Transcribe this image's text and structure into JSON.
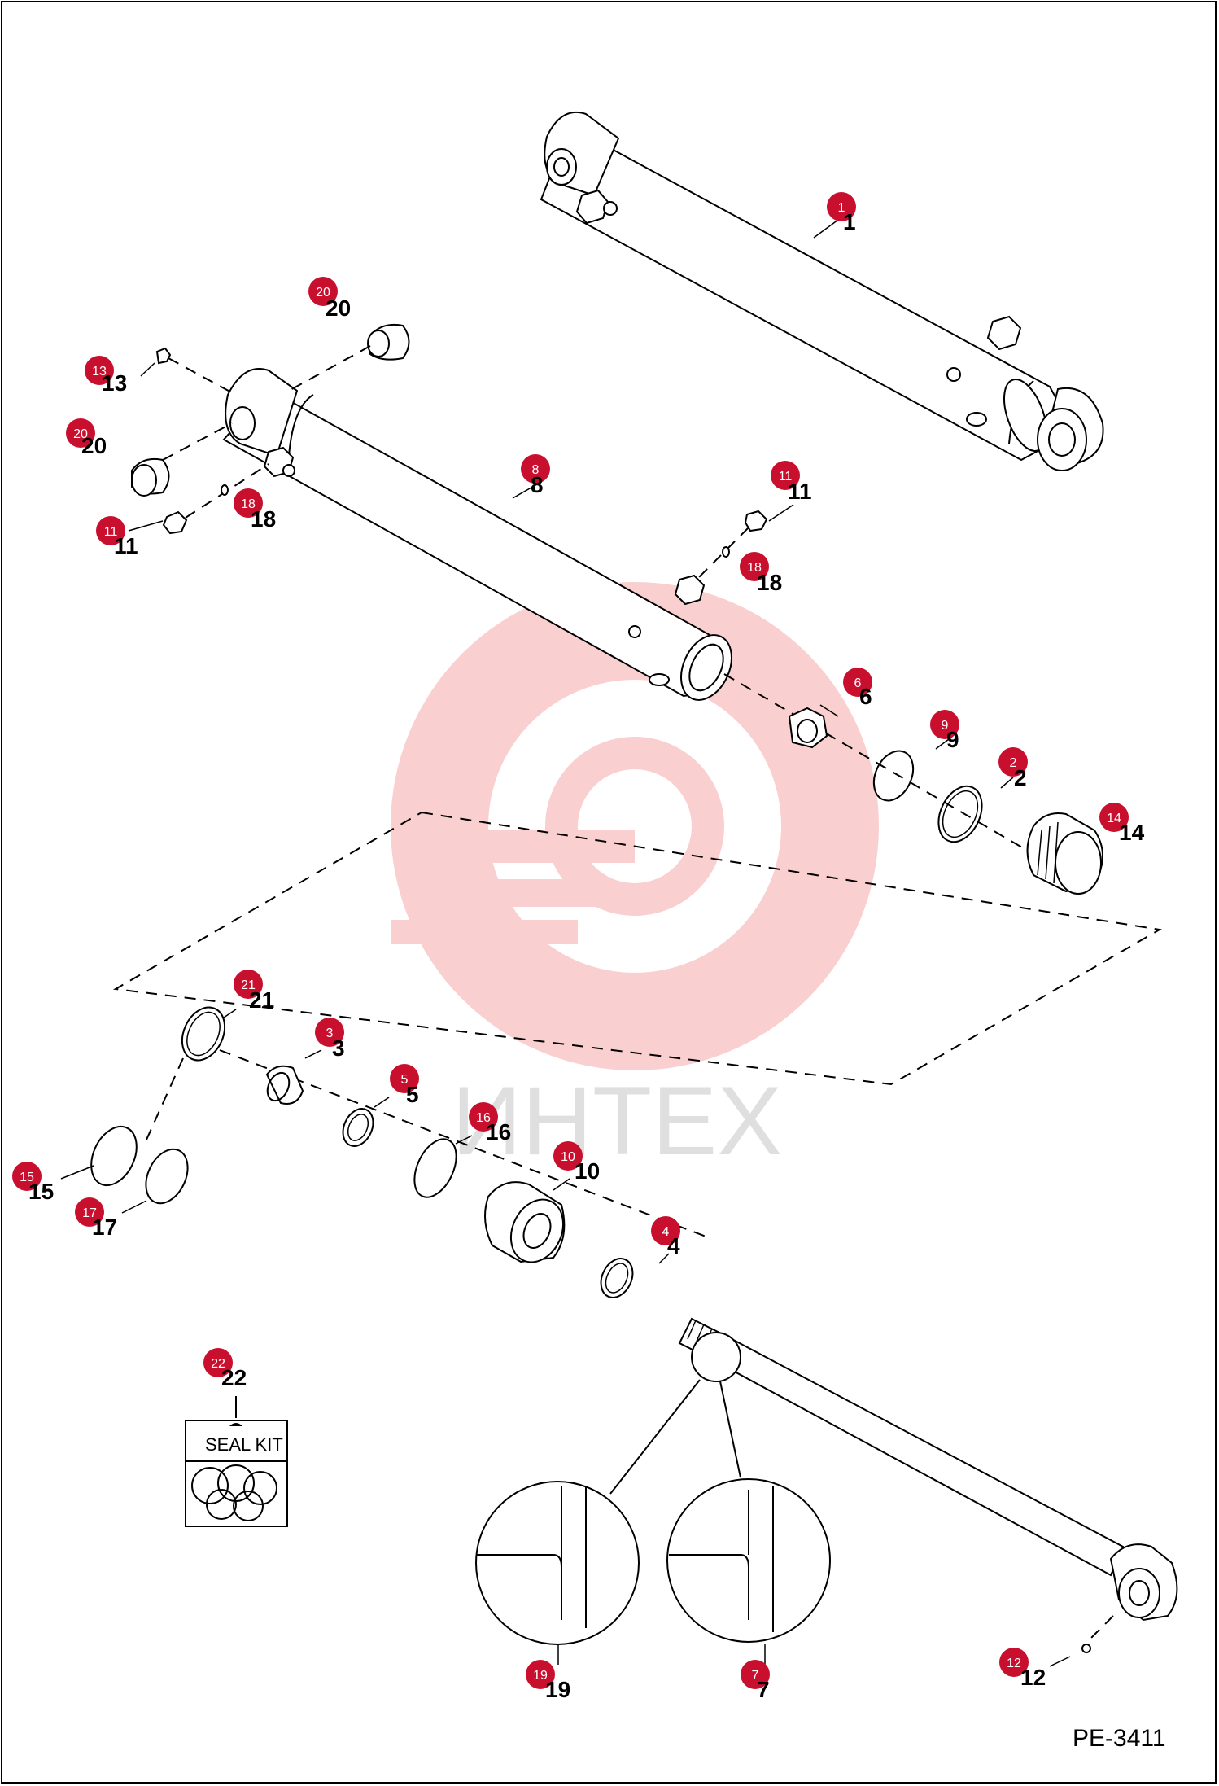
{
  "drawing_code": "PE-3411",
  "watermark_text": "ИНТЕХ",
  "seal_kit_label": "SEAL KIT",
  "colors": {
    "badge": "#c8102e",
    "watermark": "#f4a0a0"
  },
  "callouts": [
    {
      "id": "c1",
      "badge": "1",
      "number": "1"
    },
    {
      "id": "c20a",
      "badge": "20",
      "number": "20"
    },
    {
      "id": "c13",
      "badge": "13",
      "number": "13"
    },
    {
      "id": "c20b",
      "badge": "20",
      "number": "20"
    },
    {
      "id": "c8",
      "badge": "8",
      "number": "8"
    },
    {
      "id": "c11a",
      "badge": "11",
      "number": "11"
    },
    {
      "id": "c18a",
      "badge": "18",
      "number": "18"
    },
    {
      "id": "c11b",
      "badge": "11",
      "number": "11"
    },
    {
      "id": "c18b",
      "badge": "18",
      "number": "18"
    },
    {
      "id": "c6",
      "badge": "6",
      "number": "6"
    },
    {
      "id": "c9",
      "badge": "9",
      "number": "9"
    },
    {
      "id": "c2",
      "badge": "2",
      "number": "2"
    },
    {
      "id": "c14",
      "badge": "14",
      "number": "14"
    },
    {
      "id": "c21",
      "badge": "21",
      "number": "21"
    },
    {
      "id": "c3",
      "badge": "3",
      "number": "3"
    },
    {
      "id": "c5",
      "badge": "5",
      "number": "5"
    },
    {
      "id": "c16",
      "badge": "16",
      "number": "16"
    },
    {
      "id": "c10",
      "badge": "10",
      "number": "10"
    },
    {
      "id": "c15",
      "badge": "15",
      "number": "15"
    },
    {
      "id": "c17",
      "badge": "17",
      "number": "17"
    },
    {
      "id": "c4",
      "badge": "4",
      "number": "4"
    },
    {
      "id": "c22",
      "badge": "22",
      "number": "22"
    },
    {
      "id": "c19",
      "badge": "19",
      "number": "19"
    },
    {
      "id": "c7",
      "badge": "7",
      "number": "7"
    },
    {
      "id": "c12",
      "badge": "12",
      "number": "12"
    }
  ]
}
